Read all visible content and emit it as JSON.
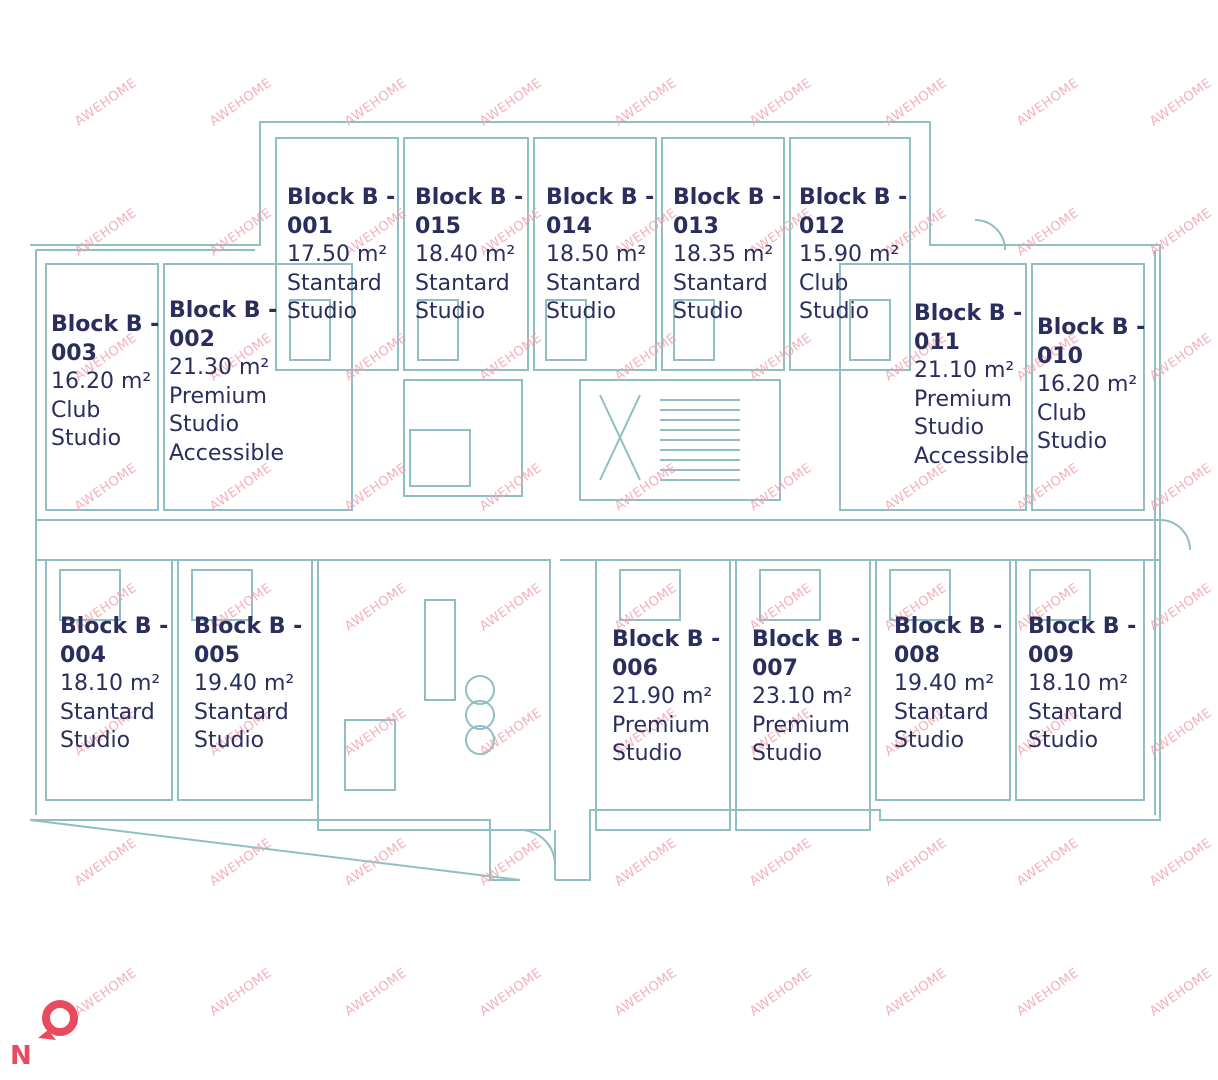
{
  "watermark": "AWEHOME",
  "compass": {
    "letter": "N",
    "icon": "north-pin-icon",
    "color": "#e84a5f"
  },
  "colors": {
    "wall": "#8fbfc4",
    "label": "#2b2d5c",
    "watermark": "#f2a4ae"
  },
  "units": [
    {
      "name": "Block B -",
      "number": "001",
      "area": "17.50 m²",
      "type": [
        "Stantard",
        "Studio"
      ]
    },
    {
      "name": "Block B -",
      "number": "015",
      "area": "18.40 m²",
      "type": [
        "Stantard",
        "Studio"
      ]
    },
    {
      "name": "Block B -",
      "number": "014",
      "area": "18.50 m²",
      "type": [
        "Stantard",
        "Studio"
      ]
    },
    {
      "name": "Block B -",
      "number": "013",
      "area": "18.35 m²",
      "type": [
        "Stantard",
        "Studio"
      ]
    },
    {
      "name": "Block B -",
      "number": "012",
      "area": "15.90 m²",
      "type": [
        "Club",
        "Studio"
      ]
    },
    {
      "name": "Block B -",
      "number": "003",
      "area": "16.20 m²",
      "type": [
        "Club",
        "Studio"
      ]
    },
    {
      "name": "Block B -",
      "number": "002",
      "area": "21.30 m²",
      "type": [
        "Premium",
        "Studio",
        "Accessible"
      ]
    },
    {
      "name": "Block B -",
      "number": "011",
      "area": "21.10 m²",
      "type": [
        "Premium",
        "Studio",
        "Accessible"
      ]
    },
    {
      "name": "Block B -",
      "number": "010",
      "area": "16.20 m²",
      "type": [
        "Club",
        "Studio"
      ]
    },
    {
      "name": "Block B -",
      "number": "004",
      "area": "18.10 m²",
      "type": [
        "Stantard",
        "Studio"
      ]
    },
    {
      "name": "Block B -",
      "number": "005",
      "area": "19.40 m²",
      "type": [
        "Stantard",
        "Studio"
      ]
    },
    {
      "name": "Block B -",
      "number": "006",
      "area": "21.90 m²",
      "type": [
        "Premium",
        "Studio"
      ]
    },
    {
      "name": "Block B -",
      "number": "007",
      "area": "23.10 m²",
      "type": [
        "Premium",
        "Studio"
      ]
    },
    {
      "name": "Block B -",
      "number": "008",
      "area": "19.40 m²",
      "type": [
        "Stantard",
        "Studio"
      ]
    },
    {
      "name": "Block B -",
      "number": "009",
      "area": "18.10 m²",
      "type": [
        "Stantard",
        "Studio"
      ]
    }
  ]
}
